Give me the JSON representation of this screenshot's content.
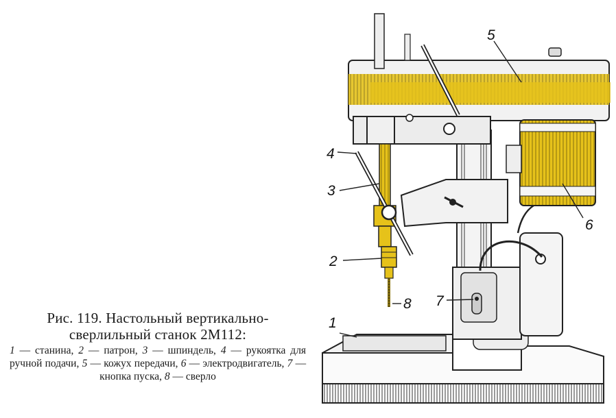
{
  "caption": {
    "title_line1": "Рис. 119. Настольный вертикально-",
    "title_line2": "сверлильный станок 2М112:",
    "legend": [
      {
        "num": "1",
        "text": "станина"
      },
      {
        "num": "2",
        "text": "патрон"
      },
      {
        "num": "3",
        "text": "шпиндель"
      },
      {
        "num": "4",
        "text": "рукоятка для ручной подачи"
      },
      {
        "num": "5",
        "text": "кожух передачи"
      },
      {
        "num": "6",
        "text": "электродвигатель"
      },
      {
        "num": "7",
        "text": "кнопка пуска"
      },
      {
        "num": "8",
        "text": "сверло"
      }
    ]
  },
  "callouts": {
    "c1": "1",
    "c2": "2",
    "c3": "3",
    "c4": "4",
    "c5": "5",
    "c6": "6",
    "c7": "7",
    "c8": "8"
  },
  "colors": {
    "highlight": "#e6c21a",
    "ink": "#1a1a1a",
    "paper": "#ffffff"
  }
}
